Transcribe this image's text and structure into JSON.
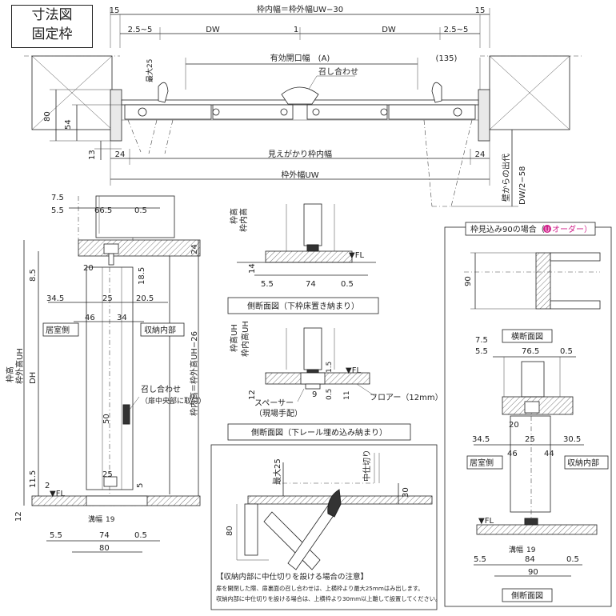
{
  "badge": {
    "line1": "寸法図",
    "line2": "固定枠"
  },
  "top_plan": {
    "dim_inner_width": "枠内幅＝枠外幅UW−30",
    "dim_15_left": "15",
    "dim_15_right": "15",
    "dim_25_5_left": "2.5~5",
    "dim_25_5_right": "2.5~5",
    "dw_left": "DW",
    "dw_right": "DW",
    "center_1": "1",
    "effective_opening": "有効開口幅　(A)",
    "dim_135": "(135)",
    "max25": "最大25",
    "meeting_label": "召し合わせ",
    "dim_80": "80",
    "dim_54": "54",
    "dim_13": "13",
    "dim_24_left": "24",
    "dim_24_right": "24",
    "visible_inner_width": "見えがかり枠内幅",
    "outer_width": "枠外幅UW",
    "wall_projection_1": "壁からの出代",
    "wall_projection_2": "DW/2−58"
  },
  "left_section": {
    "d75": "7.5",
    "d55": "5.5",
    "d665": "66.5",
    "d05": "0.5",
    "d24": "24",
    "d20": "20",
    "d85": "8.5",
    "d185": "18.5",
    "d345": "34.5",
    "d25": "25",
    "d205": "20.5",
    "d46": "46",
    "d34": "34",
    "room_side": "居室側",
    "storage_side": "収納内部",
    "frame_height_h": "枠高",
    "frame_height_uh": "枠外高UH",
    "dh": "DH",
    "frame_inner_h": "枠内高＝枠外高UH−26",
    "meeting_label": "召し合わせ",
    "meeting_note": "（扉中央部に取付）",
    "d50": "50",
    "d115": "11.5",
    "d2": "2",
    "d25b": "25",
    "d5": "5",
    "fl": "▼FL",
    "d12": "12",
    "groove": "溝幅",
    "groove_19": "19",
    "b55": "5.5",
    "b74": "74",
    "b05": "0.5",
    "b80": "80"
  },
  "mid_section_1": {
    "frame_h": "枠高",
    "frame_inner": "枠内高",
    "d14": "14",
    "fl": "▼FL",
    "d55": "5.5",
    "d74": "74",
    "d05": "0.5",
    "caption": "側断面図（下枠床置き納まり）"
  },
  "mid_section_2": {
    "frame_h": "枠高UH",
    "frame_inner": "枠内高UH",
    "d15": "1.5",
    "d12": "12",
    "d9": "9",
    "d05": "0.5",
    "d11": "11",
    "fl": "▼FL",
    "floor_label": "フロアー（12mm）",
    "spacer_1": "スペーサー",
    "spacer_2": "（現場手配）",
    "caption": "側断面図（下レール埋め込み納まり）"
  },
  "partition_box": {
    "max25": "最大25",
    "mid_partition": "中仕切り",
    "d30": "30",
    "d80": "80",
    "note_title": "【収納内部に中仕切りを設ける場合の注意】",
    "note_line1": "扉を開閉した際、扉裏面の召し合わせは、上横枠より最大25mmはみ出します。",
    "note_line2": "収納内部に中仕切りを設ける場合は、上横枠より30mm以上離して設置してください。"
  },
  "right_box": {
    "title_pre": "枠見込み90の場合（",
    "title_badge": "U",
    "title_post": "オーダー）",
    "title_badge_color": "#d0208a",
    "d90": "90",
    "horizontal_section": "横断面図",
    "d75": "7.5",
    "d55": "5.5",
    "d765": "76.5",
    "d05": "0.5",
    "d20": "20",
    "d345": "34.5",
    "d25": "25",
    "d305": "30.5",
    "d46": "46",
    "d44": "44",
    "room_side": "居室側",
    "storage_side": "収納内部",
    "fl": "▼FL",
    "groove": "溝幅",
    "groove_19": "19",
    "b55": "5.5",
    "b84": "84",
    "b05": "0.5",
    "b90": "90",
    "caption": "側断面図"
  }
}
